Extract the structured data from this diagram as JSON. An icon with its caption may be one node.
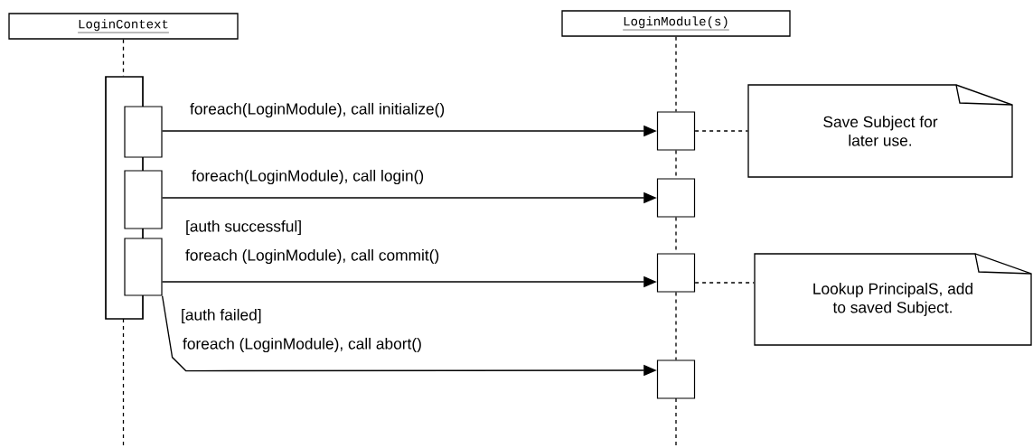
{
  "diagram": {
    "nodes": [
      {
        "text": [
          "LoginContext"
        ]
      },
      {
        "text": [
          "LoginModule(s)"
        ]
      },
      {
        "text": [],
        "shape": "bar"
      },
      {
        "text": [],
        "shape": "box"
      },
      {
        "text": [],
        "shape": "box"
      },
      {
        "text": [],
        "shape": "box"
      },
      {
        "text": [],
        "shape": "box"
      },
      {
        "text": [],
        "shape": "box"
      },
      {
        "text": [],
        "shape": "box"
      },
      {
        "text": [],
        "shape": "box"
      },
      {
        "text": [
          "Save Subject for later use."
        ]
      },
      {
        "text": [
          "Lookup PrincipalS, add to saved Subject."
        ]
      }
    ],
    "edges": [
      {
        "from": 0,
        "to": 2,
        "arrow": "none",
        "style": "dashed"
      },
      {
        "from": 1,
        "to": 6,
        "arrow": "none",
        "style": "dashed"
      },
      {
        "from": 6,
        "to": 7,
        "arrow": "none",
        "style": "dashed"
      },
      {
        "from": 7,
        "to": 8,
        "arrow": "none",
        "style": "dashed"
      },
      {
        "from": 8,
        "to": 9,
        "arrow": "none",
        "style": "dashed"
      },
      {
        "from": 3,
        "to": 6,
        "arrow": "to",
        "label": "foreach(LoginModule), call initialize()"
      },
      {
        "from": 4,
        "to": 7,
        "arrow": "to",
        "label": "foreach(LoginModule), call login()"
      },
      {
        "from": 5,
        "to": 8,
        "arrow": "to",
        "label": "foreach (LoginModule), call commit()"
      },
      {
        "from": 5,
        "to": 9,
        "arrow": "to",
        "label": "foreach (LoginModule), call abort()"
      },
      {
        "from": 6,
        "to": 10,
        "arrow": "none",
        "style": "dashed"
      },
      {
        "from": 8,
        "to": 11,
        "arrow": "none",
        "style": "dashed"
      }
    ],
    "labels": [
      "[auth successful]",
      "[auth failed]"
    ]
  }
}
